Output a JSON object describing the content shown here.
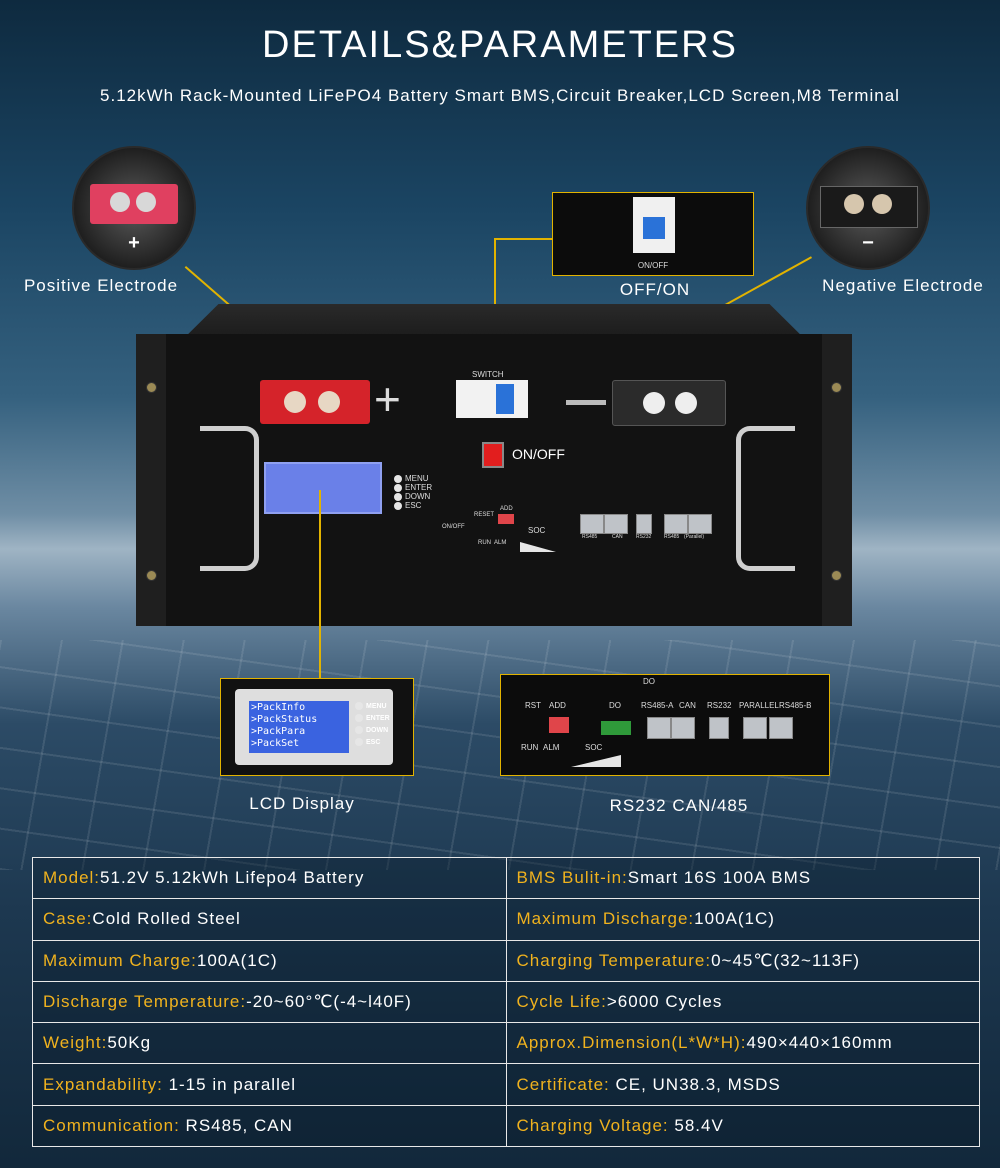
{
  "header": {
    "title": "DETAILS&PARAMETERS",
    "subtitle": "5.12kWh Rack-Mounted LiFePO4 Battery Smart BMS,Circuit Breaker,LCD Screen,M8 Terminal"
  },
  "callouts": {
    "positive": "Positive Electrode",
    "positive_sign": "+",
    "switch": "OFF/ON",
    "switch_small": "ON/OFF",
    "negative": "Negative Electrode",
    "negative_sign": "−",
    "lcd": "LCD Display",
    "ports": "RS232 CAN/485"
  },
  "battery_front": {
    "switch_label": "SWITCH",
    "onoff_label": "ON/OFF",
    "buttons": [
      "MENU",
      "ENTER",
      "DOWN",
      "ESC"
    ],
    "indicators": [
      "ON/OFF",
      "RESET",
      "ADD",
      "RUN",
      "ALM",
      "SOC"
    ],
    "ports": [
      "RS485",
      "CAN",
      "RS232",
      "RS485",
      "(Parallel)"
    ]
  },
  "lcd_closeup": {
    "menu": [
      ">PackInfo",
      ">PackStatus",
      ">PackPara",
      ">PackSet"
    ],
    "buttons": [
      "MENU",
      "ENTER",
      "DOWN",
      "ESC"
    ]
  },
  "ports_closeup": {
    "labels": [
      "RST",
      "ADD",
      "DO",
      "RS485-A",
      "CAN",
      "RS232",
      "PARALLEL",
      "RS485-B",
      "RUN",
      "ALM",
      "SOC"
    ],
    "top_label": "DO"
  },
  "specs": [
    [
      {
        "k": "Model:",
        "v": "51.2V 5.12kWh Lifepo4 Battery"
      },
      {
        "k": "BMS Bulit-in:",
        "v": "Smart 16S 100A BMS"
      }
    ],
    [
      {
        "k": "Case:",
        "v": "Cold Rolled Steel"
      },
      {
        "k": "Maximum Discharge:",
        "v": "100A(1C)"
      }
    ],
    [
      {
        "k": "Maximum Charge:",
        "v": "100A(1C)"
      },
      {
        "k": "Charging Temperature:",
        "v": "0~45℃(32~113F)"
      }
    ],
    [
      {
        "k": "Discharge Temperature:",
        "v": "-20~60°℃(-4~l40F)"
      },
      {
        "k": "Cycle Life:",
        "v": ">6000 Cycles"
      }
    ],
    [
      {
        "k": "Weight:",
        "v": "50Kg"
      },
      {
        "k": "Approx.Dimension(L*W*H):",
        "v": "490×440×160mm"
      }
    ],
    [
      {
        "k": "Expandability:",
        "v": " 1-15 in parallel"
      },
      {
        "k": "Certificate:",
        "v": " CE, UN38.3, MSDS"
      }
    ],
    [
      {
        "k": "Communication:",
        "v": " RS485, CAN"
      },
      {
        "k": "Charging Voltage:",
        "v": " 58.4V"
      }
    ]
  ]
}
